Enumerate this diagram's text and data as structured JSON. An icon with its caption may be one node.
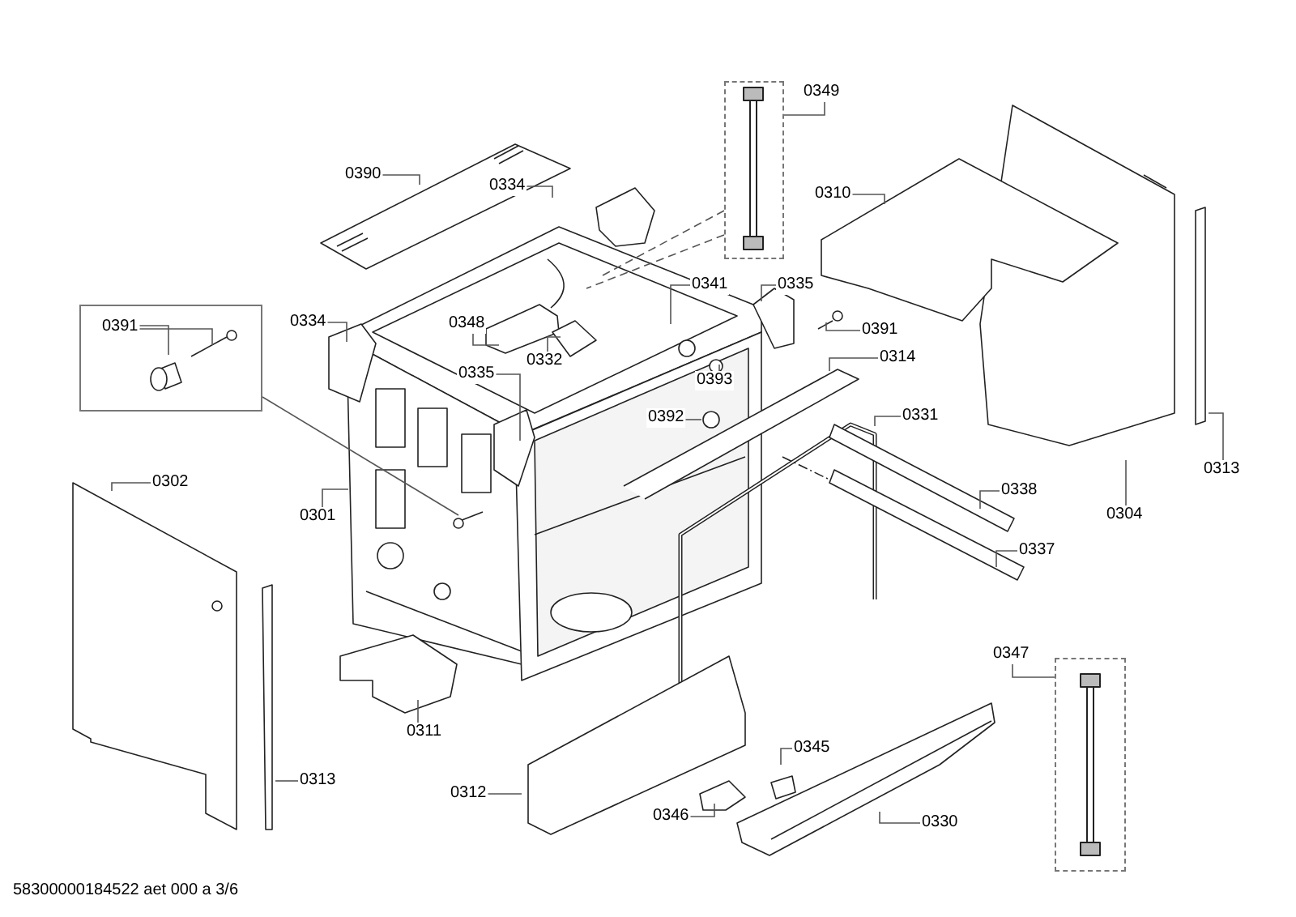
{
  "diagram": {
    "nodes": [
      {
        "text": [
          "0349"
        ]
      },
      {
        "text": [],
        "shape": "box"
      },
      {
        "text": [
          "0390"
        ]
      },
      {
        "text": [
          "0334"
        ]
      },
      {
        "text": [
          "0310"
        ]
      },
      {
        "text": [],
        "shape": "box"
      },
      {
        "text": [
          "0391"
        ],
        "in": 5
      },
      {
        "text": [
          "0341"
        ]
      },
      {
        "text": [
          "0335"
        ]
      },
      {
        "text": [
          "0334"
        ]
      },
      {
        "text": [
          "0348"
        ]
      },
      {
        "text": [
          "0391"
        ]
      },
      {
        "text": [
          "0314"
        ]
      },
      {
        "text": [
          "0332"
        ]
      },
      {
        "text": [
          "0335"
        ]
      },
      {
        "text": [
          "0393"
        ]
      },
      {
        "text": [
          "0392"
        ]
      },
      {
        "text": [
          "0331"
        ]
      },
      {
        "text": [
          "0302"
        ]
      },
      {
        "text": [
          "0338"
        ]
      },
      {
        "text": [
          "0313"
        ]
      },
      {
        "text": [
          "0304"
        ]
      },
      {
        "text": [
          "0301"
        ]
      },
      {
        "text": [
          "0337"
        ]
      },
      {
        "text": [
          "0347"
        ]
      },
      {
        "text": [],
        "shape": "box"
      },
      {
        "text": [
          "0345"
        ]
      },
      {
        "text": [
          "0311"
        ]
      },
      {
        "text": [
          "0313"
        ]
      },
      {
        "text": [
          "0312"
        ]
      },
      {
        "text": [
          "0346"
        ]
      },
      {
        "text": [
          "0330"
        ]
      }
    ],
    "edges": [
      {
        "from": 0,
        "to": 1,
        "arrow": "none"
      },
      {
        "from": 1,
        "to": null,
        "arrow": "none",
        "style": "dashed"
      },
      {
        "from": 1,
        "to": null,
        "arrow": "none",
        "style": "dashed"
      },
      {
        "from": 2,
        "to": null,
        "arrow": "none"
      },
      {
        "from": 3,
        "to": null,
        "arrow": "none"
      },
      {
        "from": 4,
        "to": null,
        "arrow": "none"
      },
      {
        "from": 6,
        "to": null,
        "arrow": "none"
      },
      {
        "from": 6,
        "to": null,
        "arrow": "none"
      },
      {
        "from": 5,
        "to": null,
        "arrow": "none"
      },
      {
        "from": 7,
        "to": null,
        "arrow": "none"
      },
      {
        "from": 8,
        "to": null,
        "arrow": "none"
      },
      {
        "from": 9,
        "to": null,
        "arrow": "none"
      },
      {
        "from": 10,
        "to": null,
        "arrow": "none"
      },
      {
        "from": 11,
        "to": null,
        "arrow": "none"
      },
      {
        "from": 12,
        "to": null,
        "arrow": "none"
      },
      {
        "from": 13,
        "to": null,
        "arrow": "none"
      },
      {
        "from": 14,
        "to": null,
        "arrow": "none"
      },
      {
        "from": 15,
        "to": null,
        "arrow": "none"
      },
      {
        "from": 16,
        "to": null,
        "arrow": "none"
      },
      {
        "from": 17,
        "to": null,
        "arrow": "none"
      },
      {
        "from": 18,
        "to": null,
        "arrow": "none"
      },
      {
        "from": 19,
        "to": null,
        "arrow": "none"
      },
      {
        "from": 20,
        "to": null,
        "arrow": "none"
      },
      {
        "from": 21,
        "to": null,
        "arrow": "none"
      },
      {
        "from": 22,
        "to": null,
        "arrow": "none"
      },
      {
        "from": 23,
        "to": null,
        "arrow": "none"
      },
      {
        "from": 24,
        "to": 25,
        "arrow": "none"
      },
      {
        "from": 26,
        "to": null,
        "arrow": "none"
      },
      {
        "from": 27,
        "to": null,
        "arrow": "none"
      },
      {
        "from": 28,
        "to": null,
        "arrow": "none"
      },
      {
        "from": 29,
        "to": null,
        "arrow": "none"
      },
      {
        "from": 30,
        "to": null,
        "arrow": "none"
      },
      {
        "from": 31,
        "to": null,
        "arrow": "none"
      }
    ],
    "labels": [
      "58300000184522 aet 000 a 3/6"
    ]
  }
}
